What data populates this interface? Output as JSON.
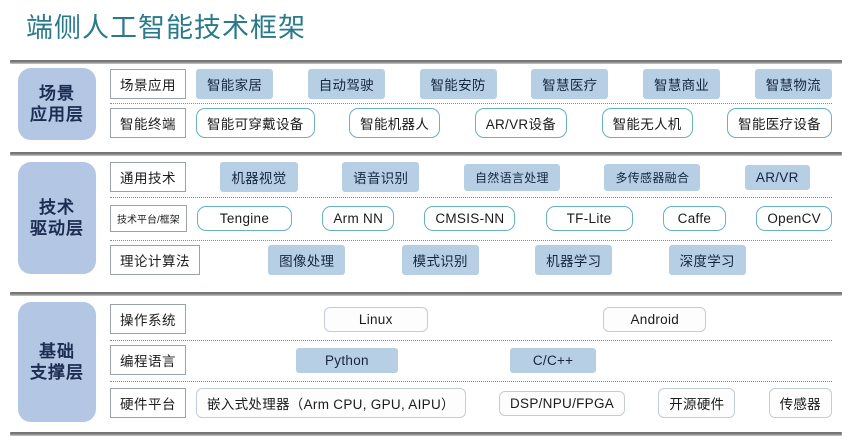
{
  "title": "端侧人工智能技术框架",
  "theme": {
    "title_color": "#2a7a8c",
    "layer_tag_bg": "#b3c6e3",
    "filled_pill_bg": "#b7cfe5",
    "teal_border": "#66b2bd",
    "grey_border": "#c2cdd9",
    "rule_color": "#6e6e6e"
  },
  "layers": [
    {
      "name": "场景应用层",
      "name_line1": "场景",
      "name_line2": "应用层",
      "rows": [
        {
          "label": "场景应用",
          "style": "fill",
          "items": [
            "智能家居",
            "自动驾驶",
            "智能安防",
            "智慧医疗",
            "智慧商业",
            "智慧物流"
          ]
        },
        {
          "label": "智能终端",
          "style": "teal",
          "items": [
            "智能可穿戴设备",
            "智能机器人",
            "AR/VR设备",
            "智能无人机",
            "智能医疗设备"
          ]
        }
      ]
    },
    {
      "name": "技术驱动层",
      "name_line1": "技术",
      "name_line2": "驱动层",
      "rows": [
        {
          "label": "通用技术",
          "style": "fill",
          "items": [
            "机器视觉",
            "语音识别",
            "自然语言处理",
            "多传感器融合",
            "AR/VR"
          ]
        },
        {
          "label": "技术平台/框架",
          "label_small": true,
          "style": "teal",
          "items": [
            "Tengine",
            "Arm NN",
            "CMSIS-NN",
            "TF-Lite",
            "Caffe",
            "OpenCV"
          ]
        },
        {
          "label": "理论计算法",
          "style": "fill",
          "items": [
            "图像处理",
            "模式识别",
            "机器学习",
            "深度学习"
          ]
        }
      ]
    },
    {
      "name": "基础支撑层",
      "name_line1": "基础",
      "name_line2": "支撑层",
      "rows": [
        {
          "label": "操作系统",
          "style": "grey",
          "items": [
            "Linux",
            "Android"
          ]
        },
        {
          "label": "编程语言",
          "style": "fill",
          "items": [
            "Python",
            "C/C++"
          ]
        },
        {
          "label": "硬件平台",
          "style": "grey",
          "items": [
            "嵌入式处理器（Arm CPU, GPU, AIPU）",
            "DSP/NPU/FPGA",
            "开源硬件",
            "传感器"
          ]
        }
      ]
    }
  ]
}
